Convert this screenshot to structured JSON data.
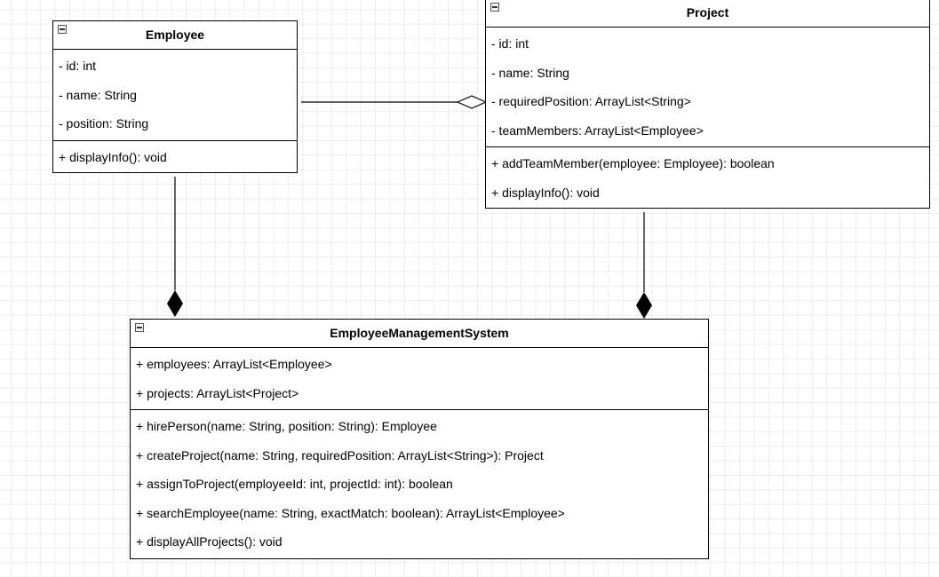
{
  "classes": {
    "employee": {
      "name": "Employee",
      "attributes": [
        "- id: int",
        "- name: String",
        "- position: String"
      ],
      "methods": [
        "+ displayInfo(): void"
      ]
    },
    "project": {
      "name": "Project",
      "attributes": [
        "- id: int",
        "- name: String",
        "- requiredPosition: ArrayList<String>",
        "- teamMembers: ArrayList<Employee>"
      ],
      "methods": [
        "+ addTeamMember(employee: Employee): boolean",
        "+ displayInfo(): void"
      ]
    },
    "ems": {
      "name": "EmployeeManagementSystem",
      "attributes": [
        "+ employees: ArrayList<Employee>",
        "+ projects: ArrayList<Project>"
      ],
      "methods": [
        "+ hirePerson(name: String, position: String): Employee",
        "+ createProject(name: String, requiredPosition: ArrayList<String>): Project",
        "+ assignToProject(employeeId: int, projectId: int): boolean",
        "+ searchEmployee(name: String, exactMatch: boolean): ArrayList<Employee>",
        "+ displayAllProjects(): void"
      ]
    }
  },
  "relationships": [
    {
      "from": "Employee",
      "to": "Project",
      "type": "aggregation"
    },
    {
      "from": "Employee",
      "to": "EmployeeManagementSystem",
      "type": "composition"
    },
    {
      "from": "Project",
      "to": "EmployeeManagementSystem",
      "type": "composition"
    }
  ],
  "colors": {
    "line": "#000000",
    "grid": "#ededed",
    "box_fill": "#ffffff"
  }
}
